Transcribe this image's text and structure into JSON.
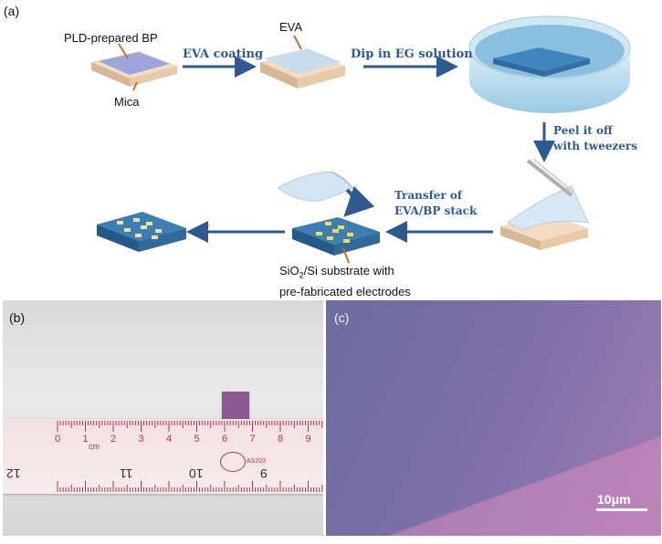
{
  "panel_labels": {
    "a": "(a)",
    "b": "(b)",
    "c": "(c)"
  },
  "labels": {
    "bp": "PLD-prepared BP",
    "mica": "Mica",
    "eva": "EVA",
    "substrate_line1_pre": "SiO",
    "substrate_line1_sub": "2",
    "substrate_line1_post": "/Si substrate with",
    "substrate_line2": "pre-fabricated electrodes"
  },
  "steps": {
    "eva_coating": "EVA coating",
    "dip": "Dip in EG solution",
    "peel_line1": "Peel it off",
    "peel_line2": "with tweezers",
    "transfer_line1": "Transfer of",
    "transfer_line2": "EVA/BP stack"
  },
  "ruler": {
    "top_numbers": [
      "0",
      "1",
      "2",
      "3",
      "4",
      "5",
      "6",
      "7",
      "8",
      "9"
    ],
    "unit": "cm",
    "bottom_numbers": [
      "12",
      "11",
      "10",
      "9"
    ],
    "model": "AS203"
  },
  "scalebar": {
    "label": "10μm"
  },
  "colors": {
    "arrow": "#2f5a8f",
    "pointer": "#c8702a",
    "substrate": "#2f6a9a",
    "electrode": "#e6e06a"
  }
}
